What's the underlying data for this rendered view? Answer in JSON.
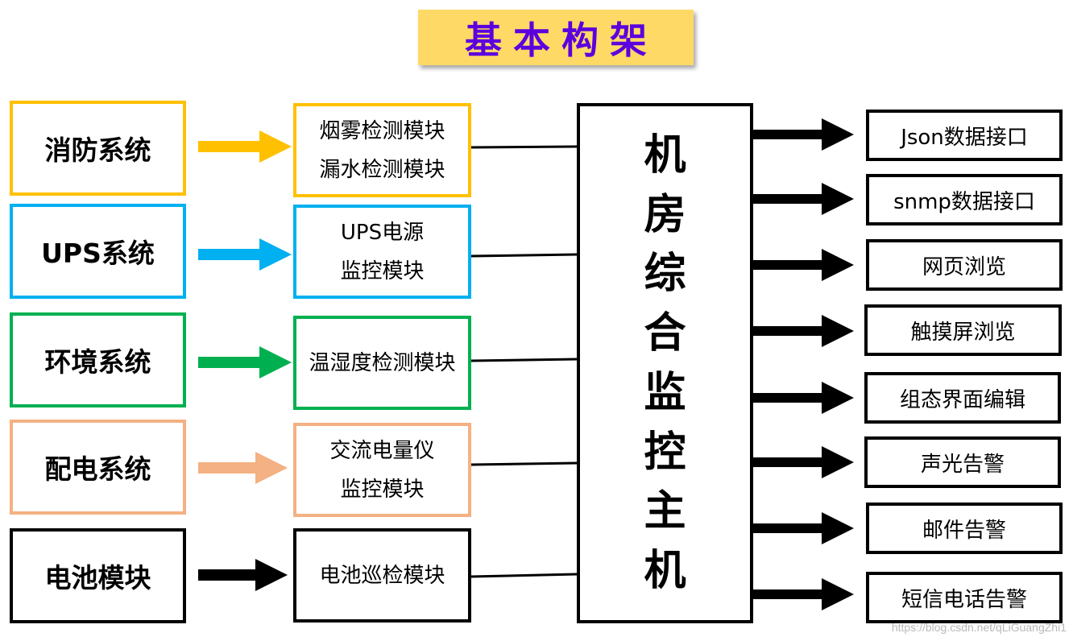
{
  "title": "基本构架",
  "colors": {
    "fire": "#FFC000",
    "ups": "#00B0F0",
    "env": "#00B050",
    "power": "#F4B183",
    "battery": "#000000",
    "banner": "#FFD966",
    "title_text": "#5B00DE"
  },
  "rows": [
    {
      "system": "消防系统",
      "module_lines": [
        "烟雾检测模块",
        "漏水检测模块"
      ],
      "color_key": "fire"
    },
    {
      "system": "UPS系统",
      "module_lines": [
        "UPS电源",
        "监控模块"
      ],
      "color_key": "ups"
    },
    {
      "system": "环境系统",
      "module_lines": [
        "温湿度检测模块"
      ],
      "color_key": "env"
    },
    {
      "system": "配电系统",
      "module_lines": [
        "交流电量仪",
        "监控模块"
      ],
      "color_key": "power"
    },
    {
      "system": "电池模块",
      "module_lines": [
        "电池巡检模块"
      ],
      "color_key": "battery"
    }
  ],
  "host": {
    "label": "机房综合监控主机",
    "chars": [
      "机",
      "房",
      "综",
      "合",
      "监",
      "控",
      "主",
      "机"
    ]
  },
  "outputs": [
    "Json数据接口",
    "snmp数据接口",
    "网页浏览",
    "触摸屏浏览",
    "组态界面编辑",
    "声光告警",
    "邮件告警",
    "短信电话告警"
  ],
  "watermark": "https://blog.csdn.net/qLiGuangZhi1"
}
